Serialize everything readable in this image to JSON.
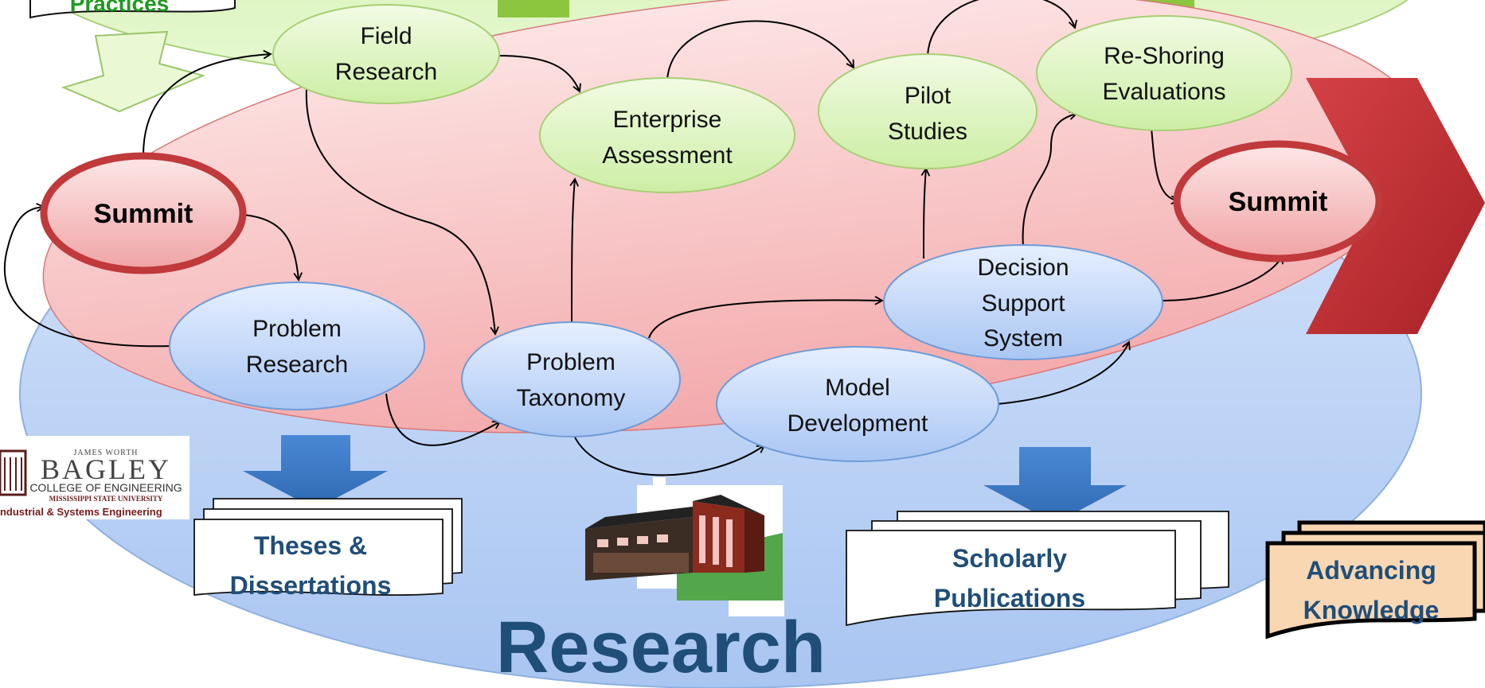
{
  "practices_label": "Practices",
  "research_label": "Research",
  "summit_left": "Summit",
  "summit_right": "Summit",
  "nodes": {
    "field_research": [
      "Field",
      "Research"
    ],
    "enterprise_assessment": [
      "Enterprise",
      "Assessment"
    ],
    "pilot_studies": [
      "Pilot",
      "Studies"
    ],
    "reshoring": [
      "Re-Shoring",
      "Evaluations"
    ],
    "problem_research": [
      "Problem",
      "Research"
    ],
    "problem_taxonomy": [
      "Problem",
      "Taxonomy"
    ],
    "model_development": [
      "Model",
      "Development"
    ],
    "decision_support": [
      "Decision",
      "Support",
      "System"
    ]
  },
  "documents": {
    "theses": [
      "Theses &",
      "Dissertations"
    ],
    "publications": [
      "Scholarly",
      "Publications"
    ],
    "advancing": [
      "Advancing",
      "Knowledge"
    ]
  },
  "logo": {
    "top": "JAMES WORTH",
    "name": "BAGLEY",
    "college": "COLLEGE OF ENGINEERING",
    "university": "MISSISSIPPI STATE UNIVERSITY",
    "department": "Industrial & Systems Engineering"
  },
  "colors": {
    "practices_fill": "#d8f5b8",
    "research_fill": "#bcd4f7",
    "core_fill": "#f7b9bb",
    "summit_stroke": "#c0393b",
    "chevron": "#c53035",
    "green_node": "#e4f6c6",
    "blue_node": "#cfe0fb",
    "doc_text": "#1f4e79",
    "arrow_blue": "#3a7ccc"
  }
}
